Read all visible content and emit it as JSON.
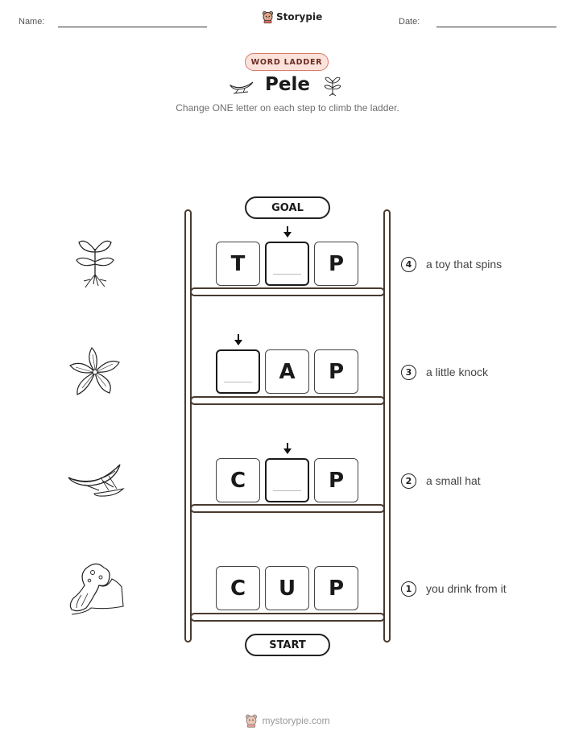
{
  "header": {
    "name_label": "Name:",
    "date_label": "Date:",
    "brand": "Storypie",
    "brand_icon": "bear-mascot-icon"
  },
  "badge": "WORD LADDER",
  "title": "Pele",
  "title_icons": [
    "canoe-icon",
    "sprout-icon"
  ],
  "subtitle": "Change ONE letter on each step to climb the ladder.",
  "ladder": {
    "goal_label": "GOAL",
    "start_label": "START",
    "steps": [
      {
        "number": "4",
        "clue": "a toy that spins",
        "letters": [
          "T",
          "",
          "P"
        ],
        "icon": "sprout-with-roots-icon"
      },
      {
        "number": "3",
        "clue": "a little knock",
        "letters": [
          "",
          "A",
          "P"
        ],
        "icon": "plumeria-flower-icon"
      },
      {
        "number": "2",
        "clue": "a small hat",
        "letters": [
          "C",
          "",
          "P"
        ],
        "icon": "outrigger-canoe-icon"
      },
      {
        "number": "1",
        "clue": "you drink from it",
        "letters": [
          "C",
          "U",
          "P"
        ],
        "icon": "volcano-lava-icon"
      }
    ]
  },
  "footer": {
    "text": "mystorypie.com",
    "icon": "bear-mascot-icon"
  },
  "colors": {
    "ladder_wood": "#4a3a2e",
    "badge_bg": "#fbe3dc",
    "badge_border": "#d9786a",
    "badge_text": "#6b2a22"
  }
}
